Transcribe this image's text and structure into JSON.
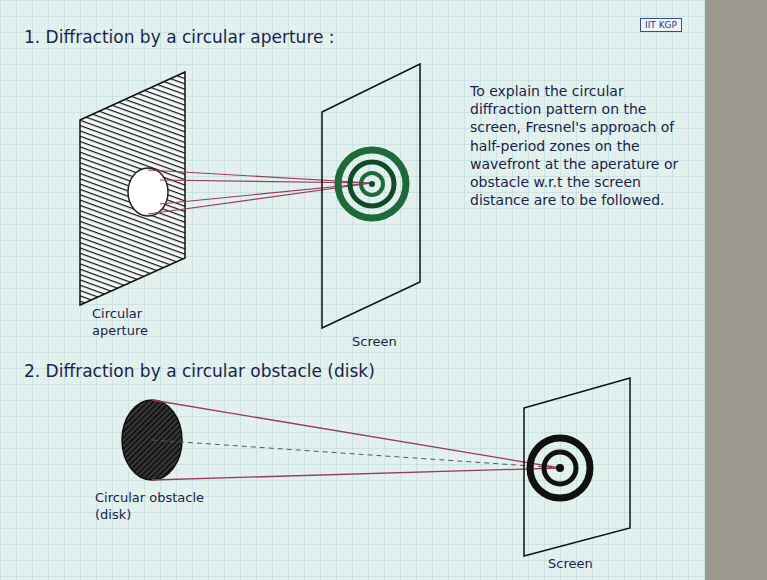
{
  "diagram": {
    "nodes": [
      {
        "text": [
          "IIT KGP"
        ]
      }
    ],
    "labels": [
      "1. Diffraction by a circular aperture :",
      "Circular aperture",
      "Screen",
      "To explain the circular diffraction pattern on the screen, Fresnel's approach of half-period zones on the wavefront at the aperature or obstacle w.r.t the screen distance are to be followed.",
      "2. Diffraction by a circular obstacle (disk)",
      "Circular obstacle (disk)",
      "Screen"
    ]
  }
}
